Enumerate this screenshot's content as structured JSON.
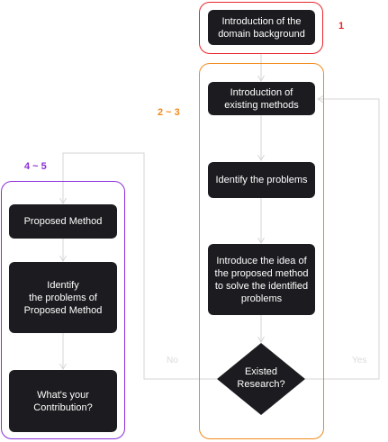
{
  "colors": {
    "group1": "#e8242b",
    "group2": "#f08a1c",
    "group3": "#8b2ed8",
    "node_fill": "#1c1b1f",
    "connector": "#d6d6d6"
  },
  "groups": {
    "g1": {
      "label": "1"
    },
    "g2": {
      "label": "2 ~ 3"
    },
    "g3": {
      "label": "4 ~ 5"
    }
  },
  "nodes": {
    "intro_domain": "Introduction of the\ndomain background",
    "intro_existing": "Introduction of\nexisting methods",
    "identify_problems": "Identify the problems",
    "introduce_idea": "Introduce the idea of\nthe proposed method\nto solve the identified\nproblems",
    "existed_research": "Existed\nResearch?",
    "proposed_method": "Proposed Method",
    "identify_proposed": "Identify\nthe problems of\nProposed Method",
    "contribution": "What's your\nContribution?"
  },
  "edges": {
    "no_label": "No",
    "yes_label": "Yes"
  }
}
